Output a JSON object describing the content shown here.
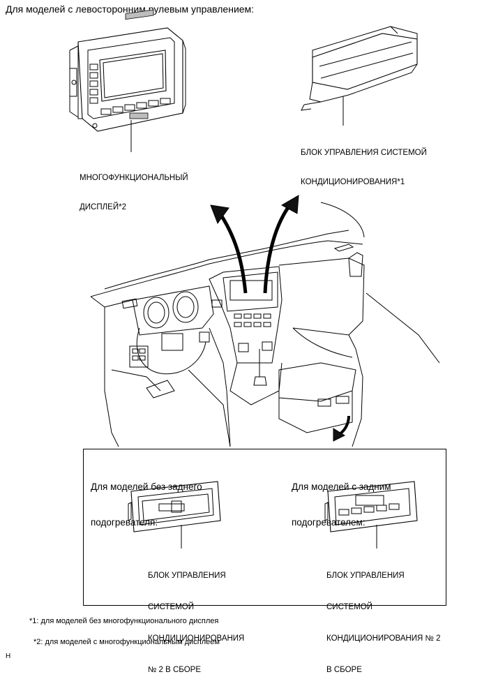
{
  "heading": "Для моделей с левосторонним рулевым управлением:",
  "labels": {
    "display_line1": "МНОГОФУНКЦИОНАЛЬНЫЙ",
    "display_line2": "ДИСПЛЕЙ*2",
    "ac_line1": "БЛОК УПРАВЛЕНИЯ СИСТЕМОЙ",
    "ac_line2": "КОНДИЦИОНИРОВАНИЯ*1"
  },
  "inset": {
    "left": {
      "heading_line1": "Для моделей без заднего",
      "heading_line2": "подогревателя:",
      "label_lines": [
        "БЛОК УПРАВЛЕНИЯ",
        "СИСТЕМОЙ",
        "КОНДИЦИОНИРОВАНИЯ",
        "№ 2 В СБОРЕ"
      ]
    },
    "right": {
      "heading_line1": "Для моделей с задним",
      "heading_line2": "подогревателем:",
      "label_lines": [
        "БЛОК УПРАВЛЕНИЯ",
        "СИСТЕМОЙ",
        "КОНДИЦИОНИРОВАНИЯ № 2",
        "В СБОРЕ"
      ]
    }
  },
  "footnotes": {
    "note1": "*1: для моделей без многофункционального дисплея",
    "note2": "*2: для моделей с многофункциональным дисплеем"
  },
  "corner_mark": "H"
}
